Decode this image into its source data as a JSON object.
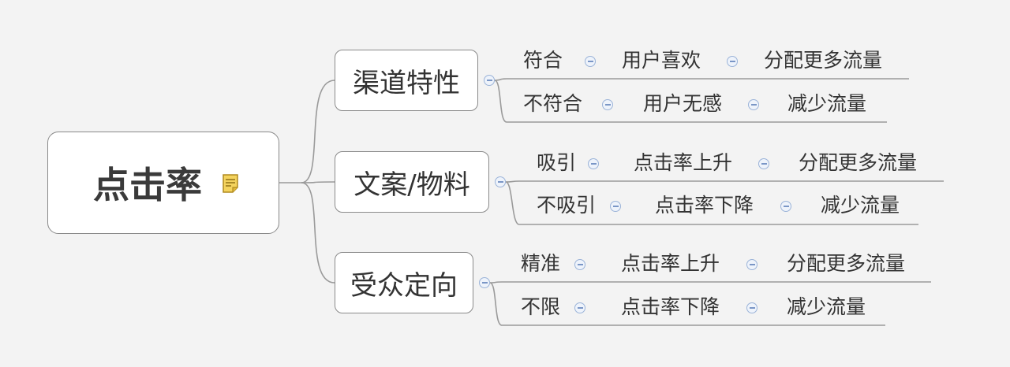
{
  "root": {
    "label": "点击率",
    "icon": "note-icon"
  },
  "colors": {
    "background": "#f3f3f3",
    "node_border": "#8a8a8a",
    "line": "#9a9a9a",
    "collapse_ring": "#9bb3d8"
  },
  "branches": [
    {
      "label": "渠道特性",
      "rows": [
        [
          "符合",
          "用户喜欢",
          "分配更多流量"
        ],
        [
          "不符合",
          "用户无感",
          "减少流量"
        ]
      ]
    },
    {
      "label": "文案/物料",
      "rows": [
        [
          "吸引",
          "点击率上升",
          "分配更多流量"
        ],
        [
          "不吸引",
          "点击率下降",
          "减少流量"
        ]
      ]
    },
    {
      "label": "受众定向",
      "rows": [
        [
          "精准",
          "点击率上升",
          "分配更多流量"
        ],
        [
          "不限",
          "点击率下降",
          "减少流量"
        ]
      ]
    }
  ]
}
